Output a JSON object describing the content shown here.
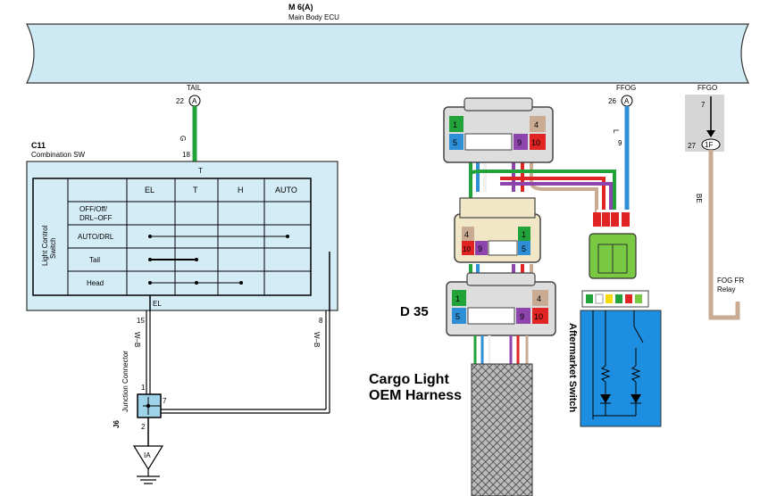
{
  "ecu": {
    "code": "M 6(A)",
    "name": "Main Body ECU"
  },
  "pins": {
    "tail": {
      "label": "TAIL",
      "pin": "22",
      "conn": "A"
    },
    "ffog": {
      "label": "FFOG",
      "pin": "26",
      "conn": "A"
    },
    "ffgo": {
      "label": "FFGO",
      "pin": "7",
      "pin2": "27",
      "conn": "1F"
    }
  },
  "wires": {
    "g": "G",
    "g_pin": "18",
    "l": "L",
    "l_pin": "9",
    "be": "BE",
    "wb_left": "W–B",
    "wb_left_pin": "15",
    "wb_right": "W–B",
    "wb_right_pin": "8",
    "el": "EL",
    "t": "T"
  },
  "switch": {
    "code": "C11",
    "name": "Combination SW",
    "side_label_1": "Light Control",
    "side_label_2": "Switch",
    "columns": [
      "EL",
      "T",
      "H",
      "AUTO"
    ],
    "rows": [
      "OFF/Off/",
      "DRL–OFF",
      "AUTO/DRL",
      "Tail",
      "Head"
    ]
  },
  "junction": {
    "code": "J6",
    "name": "Junction Connector",
    "pin1": "1",
    "pin2": "2",
    "pin7": "7"
  },
  "ground": {
    "label": "IA"
  },
  "connector_top": {
    "pins": [
      "1",
      "5",
      "4",
      "9",
      "10"
    ]
  },
  "connector_mid": {
    "pins": [
      "4",
      "10",
      "9",
      "1",
      "5"
    ]
  },
  "connector_d35": {
    "label": "D 35",
    "pins": [
      "1",
      "5",
      "4",
      "9",
      "10"
    ]
  },
  "annotations": {
    "harness_1": "Cargo Light",
    "harness_2": "OEM Harness",
    "aftermarket": "Aftermarket Switch",
    "relay_1": "FOG FR",
    "relay_2": "Relay"
  },
  "colors": {
    "ecu_fill": "#cde9f3",
    "switch_fill": "#d3ecf6",
    "wire_green": "#22a33a",
    "wire_blue": "#2e8fd6",
    "wire_tan": "#c9ab93",
    "wire_red": "#e02424",
    "wire_purple": "#8e44ad",
    "switch_blue": "#1e8fe0",
    "conn_green": "#7ac943"
  }
}
